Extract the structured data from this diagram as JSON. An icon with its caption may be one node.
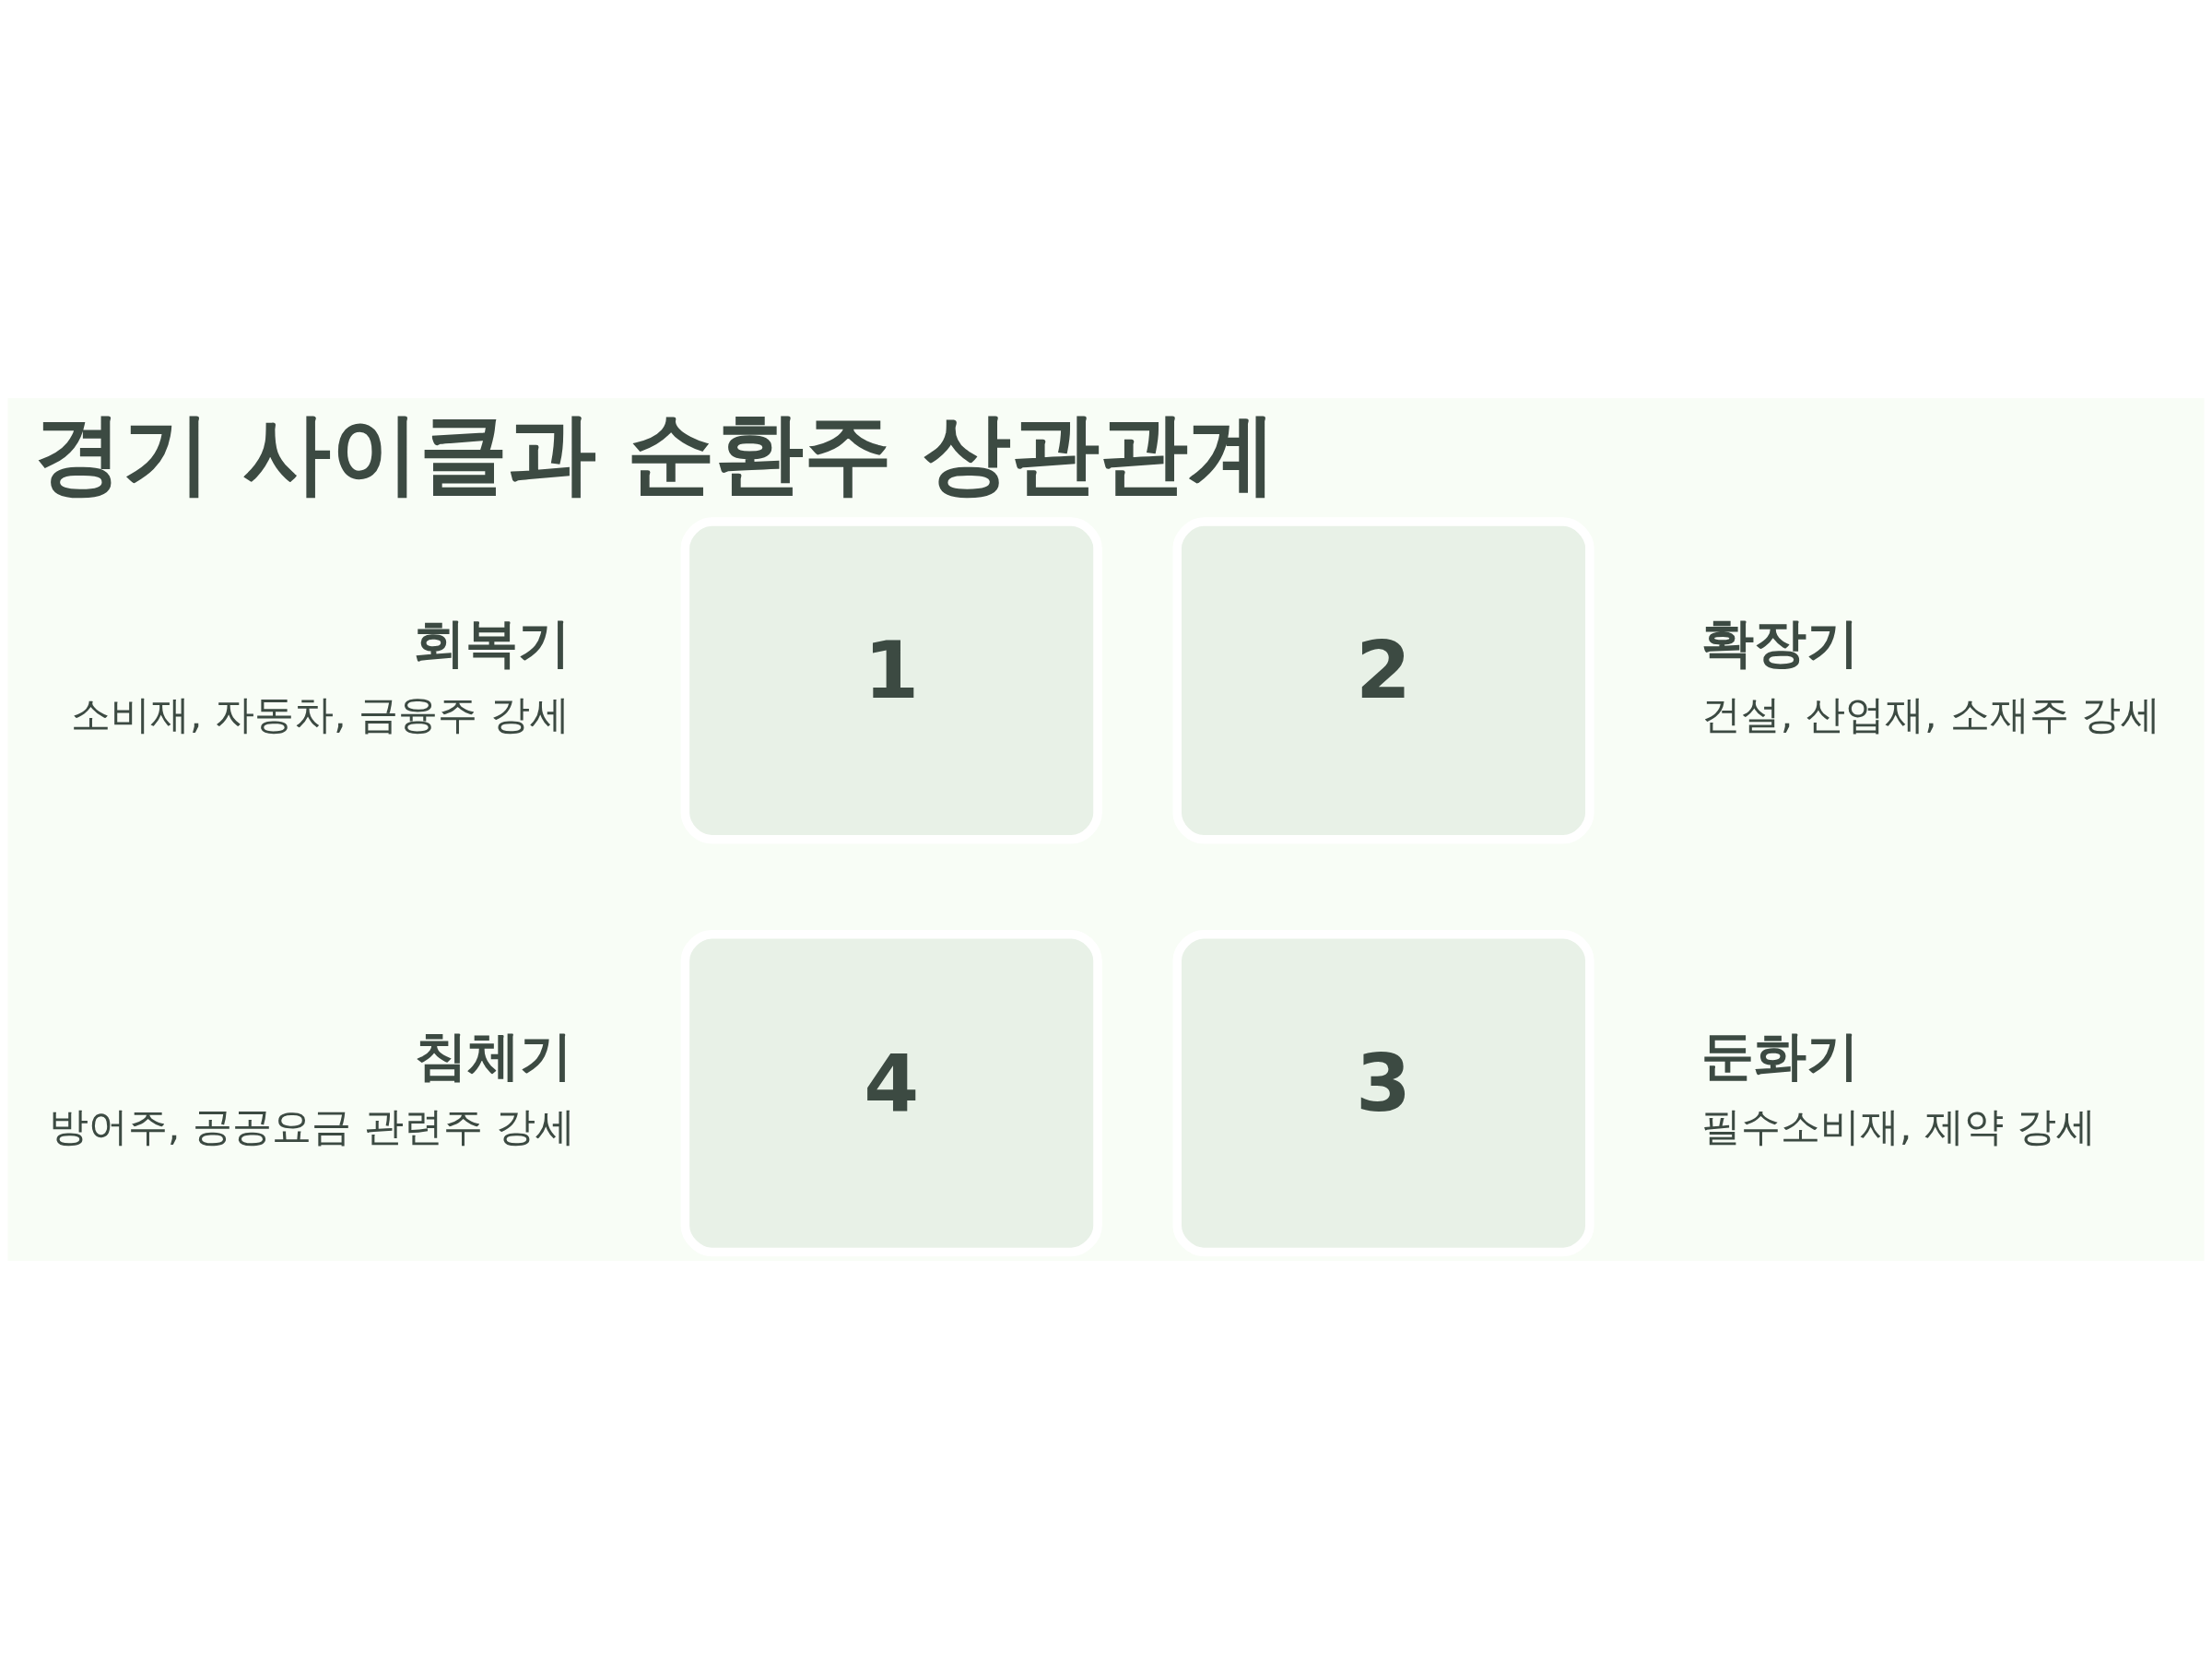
{
  "diagram": {
    "title": "경기 사이클과 순환주 상관관계",
    "nodes": [
      {
        "text": [
          "1"
        ],
        "beside": [
          "회복기",
          "소비재, 자동차, 금융주 강세"
        ]
      },
      {
        "text": [
          "2"
        ],
        "beside": [
          "확장기",
          "건설, 산업재, 소재주 강세"
        ]
      },
      {
        "text": [
          "3"
        ],
        "beside": [
          "둔화기",
          "필수소비재, 제약 강세"
        ]
      },
      {
        "text": [
          "4"
        ],
        "beside": [
          "침체기",
          "방어주, 공공요금 관련주 강세"
        ]
      }
    ]
  }
}
